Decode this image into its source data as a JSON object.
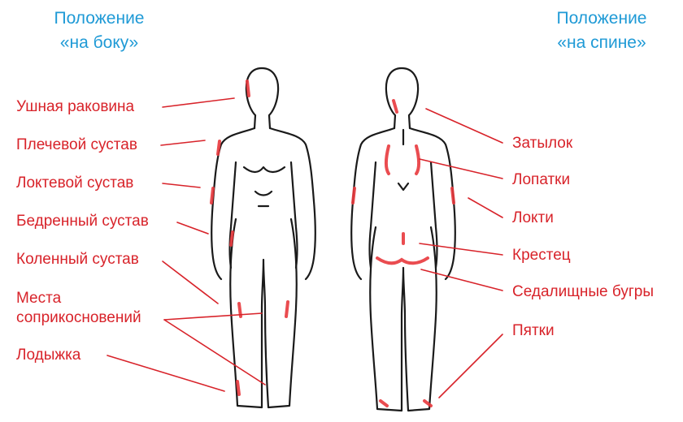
{
  "headings": {
    "left": [
      "Положение",
      "«на боку»"
    ],
    "right": [
      "Положение",
      "«на спине»"
    ]
  },
  "left_labels": {
    "ear": "Ушная раковина",
    "shoulder": "Плечевой сустав",
    "elbow": "Локтевой сустав",
    "hip": "Бедренный сустав",
    "knee": "Коленный сустав",
    "contact": [
      "Места",
      "соприкосновений"
    ],
    "ankle": "Лодыжка"
  },
  "right_labels": {
    "occiput": "Затылок",
    "scapulae": "Лопатки",
    "elbows": "Локти",
    "sacrum": "Крестец",
    "ischial": "Седалищные бугры",
    "heels": "Пятки"
  },
  "colors": {
    "heading": "#1f9ad6",
    "label": "#d8232a",
    "outline": "#1a1a1a",
    "pressure_mark": "#e8383d"
  }
}
